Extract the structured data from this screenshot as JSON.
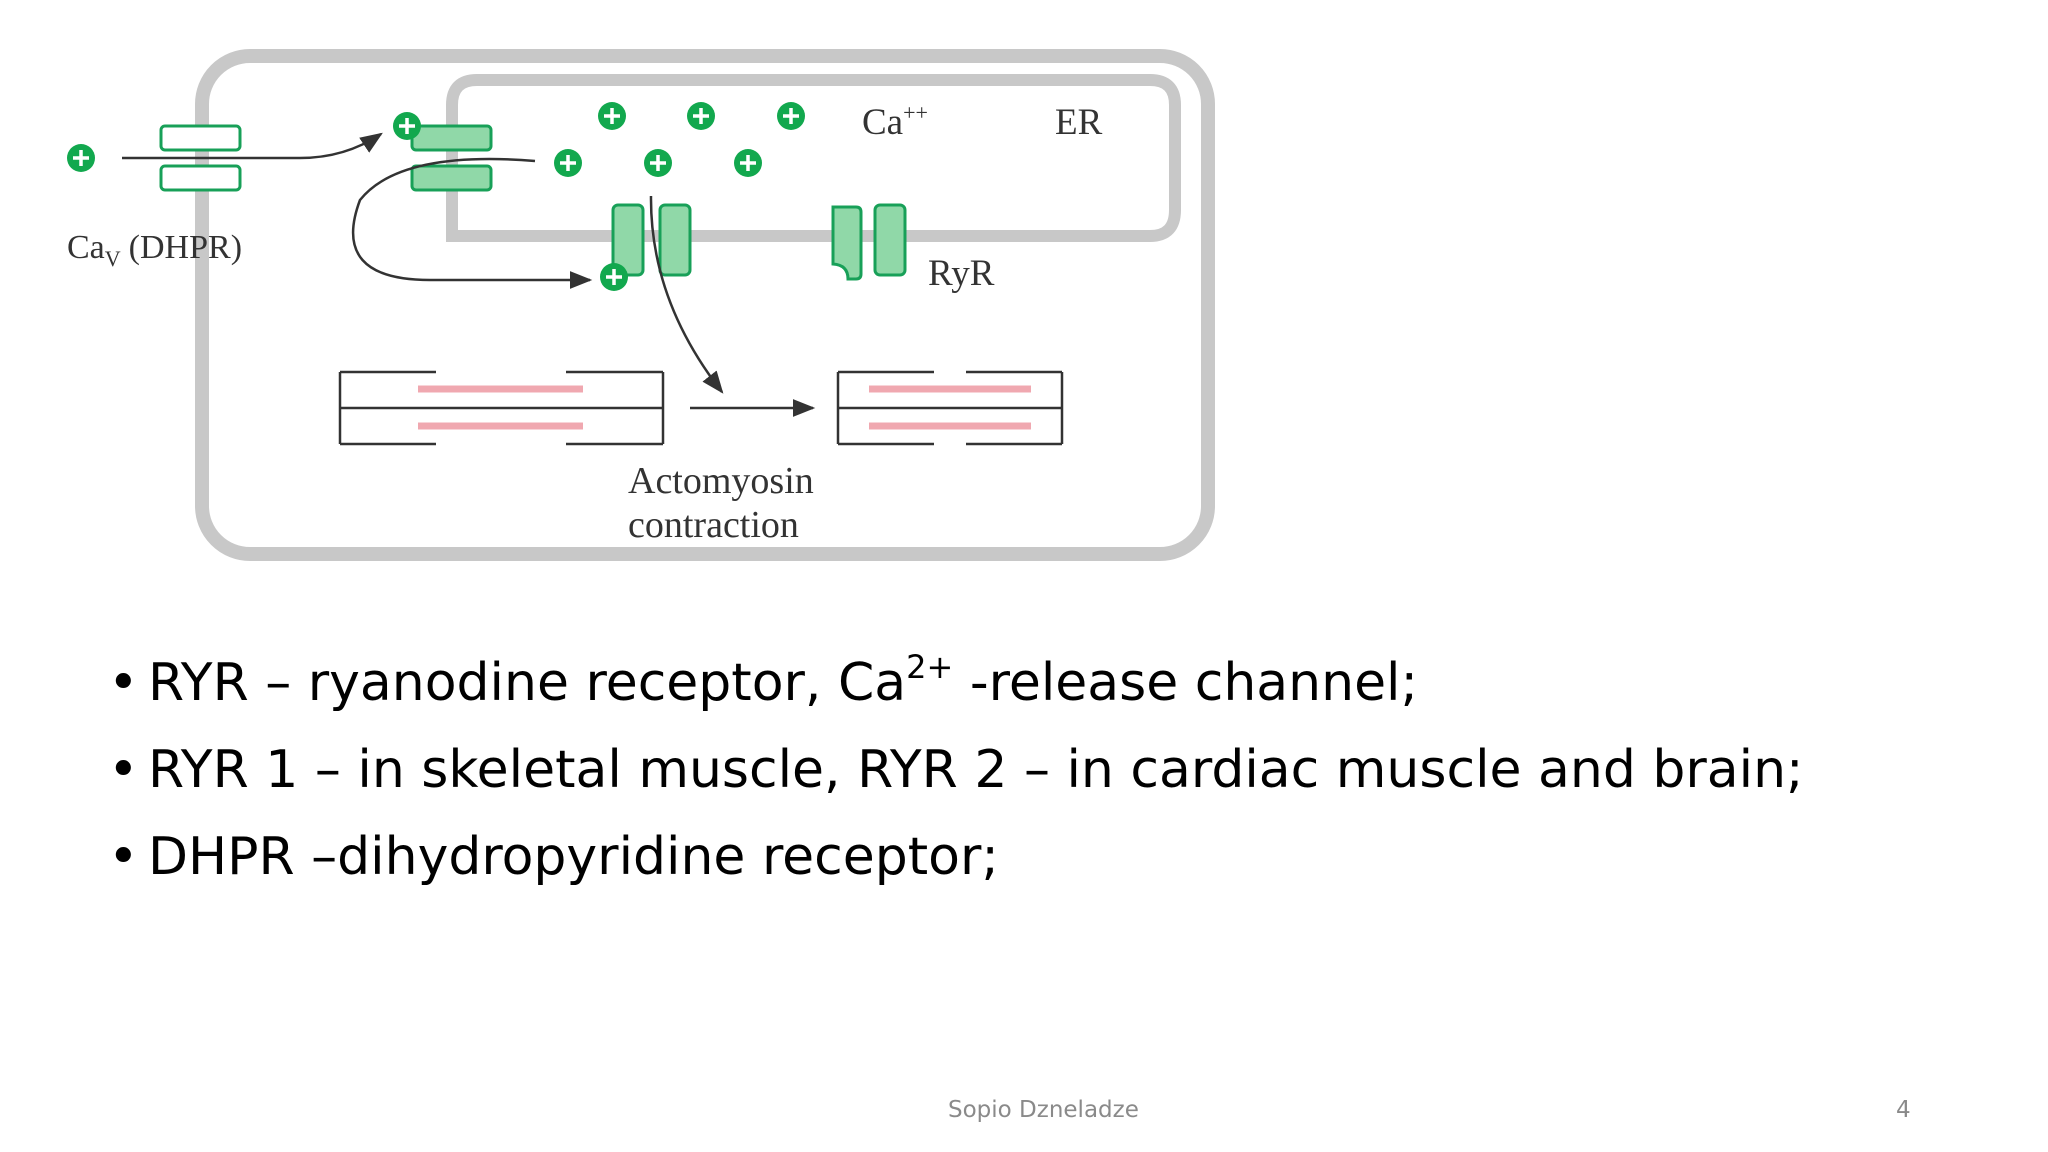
{
  "colors": {
    "cell_membrane": "#c8c8c8",
    "channel_fill": "#90d8a8",
    "channel_stroke": "#18a058",
    "ion_fill": "#12a84e",
    "actin": "#f0a8b0",
    "arrow": "#333333",
    "text": "#000000",
    "footer_text": "#8a8a8a"
  },
  "diagram": {
    "label_ca": "Ca",
    "label_ca_sup": "++",
    "label_er": "ER",
    "label_cav": "Ca",
    "label_cav_sub": "V",
    "label_dhpr": "(DHPR)",
    "label_ryr": "RyR",
    "label_actomyosin_line1": "Actomyosin",
    "label_actomyosin_line2": "contraction",
    "ion_icon": "plus-circle-icon"
  },
  "bullets": [
    {
      "before_sup": "RYR – ryanodine receptor, Ca",
      "sup": "2+",
      "after_sup": " -release channel;"
    },
    {
      "text": "RYR 1 – in skeletal muscle, RYR 2 – in cardiac muscle and brain;"
    },
    {
      "text": "DHPR –dihydropyridine receptor;"
    }
  ],
  "footer": {
    "author": "Sopio Dzneladze",
    "page_number": "4"
  }
}
